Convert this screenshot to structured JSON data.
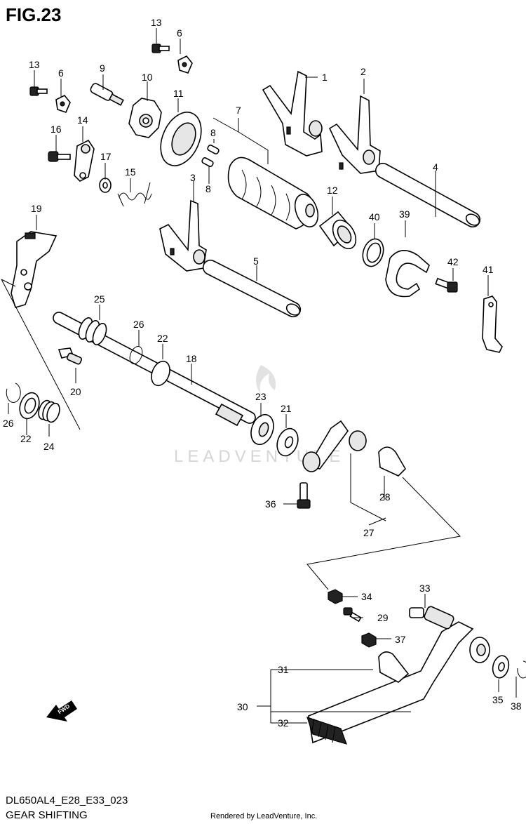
{
  "header": {
    "figure_title": "FIG.23"
  },
  "footer": {
    "model_code": "DL650AL4_E28_E33_023",
    "section_name": "GEAR SHIFTING",
    "rendered_by": "Rendered by LeadVenture, Inc."
  },
  "watermark": {
    "text": "LEADVENTURE"
  },
  "fwd_badge": {
    "text": "FWD"
  },
  "callouts": {
    "c1": "1",
    "c2": "2",
    "c3": "3",
    "c4": "4",
    "c5": "5",
    "c6a": "6",
    "c6b": "6",
    "c7": "7",
    "c8a": "8",
    "c8b": "8",
    "c9": "9",
    "c10": "10",
    "c11": "11",
    "c12": "12",
    "c13a": "13",
    "c13b": "13",
    "c14": "14",
    "c15": "15",
    "c16": "16",
    "c17": "17",
    "c18": "18",
    "c19": "19",
    "c20": "20",
    "c21": "21",
    "c22a": "22",
    "c22b": "22",
    "c23": "23",
    "c24": "24",
    "c25": "25",
    "c26a": "26",
    "c26b": "26",
    "c27": "27",
    "c28": "28",
    "c29": "29",
    "c30": "30",
    "c31": "31",
    "c32": "32",
    "c33": "33",
    "c34": "34",
    "c35": "35",
    "c36": "36",
    "c37": "37",
    "c38": "38",
    "c39": "39",
    "c40": "40",
    "c41": "41",
    "c42": "42"
  }
}
